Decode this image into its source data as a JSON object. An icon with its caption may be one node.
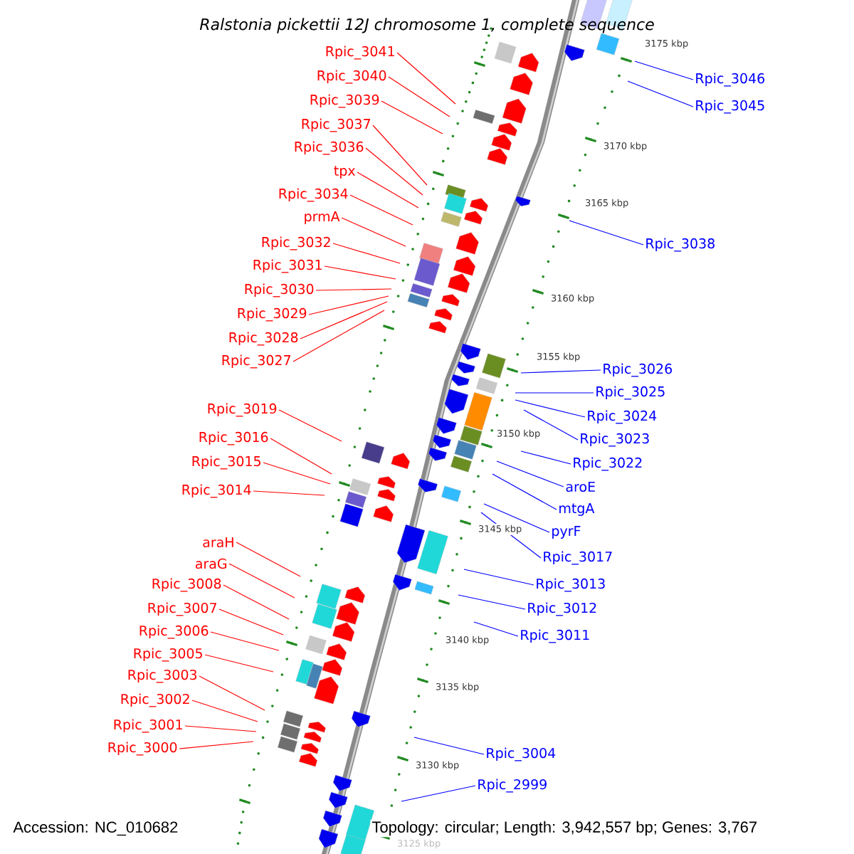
{
  "diagram": {
    "title": "Ralstonia pickettii 12J chromosome 1, complete sequence",
    "nodes": [
      {
        "text": [
          "Rpic_3041"
        ]
      },
      {
        "text": [
          "Rpic_3040"
        ]
      },
      {
        "text": [
          "Rpic_3039"
        ]
      },
      {
        "text": [
          "Rpic_3037"
        ]
      },
      {
        "text": [
          "Rpic_3036"
        ]
      },
      {
        "text": [
          "tpx"
        ]
      },
      {
        "text": [
          "Rpic_3034"
        ]
      },
      {
        "text": [
          "prmA"
        ]
      },
      {
        "text": [
          "Rpic_3032"
        ]
      },
      {
        "text": [
          "Rpic_3031"
        ]
      },
      {
        "text": [
          "Rpic_3030"
        ]
      },
      {
        "text": [
          "Rpic_3029"
        ]
      },
      {
        "text": [
          "Rpic_3028"
        ]
      },
      {
        "text": [
          "Rpic_3027"
        ]
      },
      {
        "text": [
          "Rpic_3019"
        ]
      },
      {
        "text": [
          "Rpic_3016"
        ]
      },
      {
        "text": [
          "Rpic_3015"
        ]
      },
      {
        "text": [
          "Rpic_3014"
        ]
      },
      {
        "text": [
          "araH"
        ]
      },
      {
        "text": [
          "araG"
        ]
      },
      {
        "text": [
          "Rpic_3008"
        ]
      },
      {
        "text": [
          "Rpic_3007"
        ]
      },
      {
        "text": [
          "Rpic_3006"
        ]
      },
      {
        "text": [
          "Rpic_3005"
        ]
      },
      {
        "text": [
          "Rpic_3003"
        ]
      },
      {
        "text": [
          "Rpic_3002"
        ]
      },
      {
        "text": [
          "Rpic_3001"
        ]
      },
      {
        "text": [
          "Rpic_3000"
        ]
      },
      {
        "text": [
          "Rpic_3046"
        ]
      },
      {
        "text": [
          "Rpic_3045"
        ]
      },
      {
        "text": [
          "Rpic_3038"
        ]
      },
      {
        "text": [
          "Rpic_3026"
        ]
      },
      {
        "text": [
          "Rpic_3025"
        ]
      },
      {
        "text": [
          "Rpic_3024"
        ]
      },
      {
        "text": [
          "Rpic_3023"
        ]
      },
      {
        "text": [
          "Rpic_3022"
        ]
      },
      {
        "text": [
          "aroE"
        ]
      },
      {
        "text": [
          "mtgA"
        ]
      },
      {
        "text": [
          "pyrF"
        ]
      },
      {
        "text": [
          "Rpic_3017"
        ]
      },
      {
        "text": [
          "Rpic_3013"
        ]
      },
      {
        "text": [
          "Rpic_3012"
        ]
      },
      {
        "text": [
          "Rpic_3011"
        ]
      },
      {
        "text": [
          "Rpic_3004"
        ]
      },
      {
        "text": [
          "Rpic_2999"
        ]
      }
    ],
    "edges": [
      {
        "from": 0,
        "to": null,
        "arrow": "none"
      },
      {
        "from": 1,
        "to": null,
        "arrow": "none"
      },
      {
        "from": 2,
        "to": null,
        "arrow": "none"
      },
      {
        "from": 3,
        "to": null,
        "arrow": "none"
      },
      {
        "from": 4,
        "to": null,
        "arrow": "none"
      },
      {
        "from": 5,
        "to": null,
        "arrow": "none"
      },
      {
        "from": 6,
        "to": null,
        "arrow": "none"
      },
      {
        "from": 7,
        "to": null,
        "arrow": "none"
      },
      {
        "from": 8,
        "to": null,
        "arrow": "none"
      },
      {
        "from": 9,
        "to": null,
        "arrow": "none"
      },
      {
        "from": 10,
        "to": null,
        "arrow": "none"
      },
      {
        "from": 11,
        "to": null,
        "arrow": "none"
      },
      {
        "from": 12,
        "to": null,
        "arrow": "none"
      },
      {
        "from": 13,
        "to": null,
        "arrow": "none"
      },
      {
        "from": 14,
        "to": null,
        "arrow": "none"
      },
      {
        "from": 15,
        "to": null,
        "arrow": "none"
      },
      {
        "from": 16,
        "to": null,
        "arrow": "none"
      },
      {
        "from": 17,
        "to": null,
        "arrow": "none"
      },
      {
        "from": 18,
        "to": null,
        "arrow": "none"
      },
      {
        "from": 19,
        "to": null,
        "arrow": "none"
      },
      {
        "from": 20,
        "to": null,
        "arrow": "none"
      },
      {
        "from": 21,
        "to": null,
        "arrow": "none"
      },
      {
        "from": 22,
        "to": null,
        "arrow": "none"
      },
      {
        "from": 23,
        "to": null,
        "arrow": "none"
      },
      {
        "from": 24,
        "to": null,
        "arrow": "none"
      },
      {
        "from": 25,
        "to": null,
        "arrow": "none"
      },
      {
        "from": 26,
        "to": null,
        "arrow": "none"
      },
      {
        "from": 27,
        "to": null,
        "arrow": "none"
      },
      {
        "from": 28,
        "to": null,
        "arrow": "none",
        "color": "#0000ff"
      },
      {
        "from": 29,
        "to": null,
        "arrow": "none",
        "color": "#0000ff"
      },
      {
        "from": 30,
        "to": null,
        "arrow": "none",
        "color": "#0000ff"
      },
      {
        "from": 31,
        "to": null,
        "arrow": "none",
        "color": "#0000ff"
      },
      {
        "from": 32,
        "to": null,
        "arrow": "none",
        "color": "#0000ff"
      },
      {
        "from": 33,
        "to": null,
        "arrow": "none",
        "color": "#0000ff"
      },
      {
        "from": 34,
        "to": null,
        "arrow": "none",
        "color": "#0000ff"
      },
      {
        "from": 35,
        "to": null,
        "arrow": "none",
        "color": "#0000ff"
      },
      {
        "from": 36,
        "to": null,
        "arrow": "none",
        "color": "#0000ff"
      },
      {
        "from": 37,
        "to": null,
        "arrow": "none",
        "color": "#0000ff"
      },
      {
        "from": 38,
        "to": null,
        "arrow": "none",
        "color": "#0000ff"
      },
      {
        "from": 39,
        "to": null,
        "arrow": "none",
        "color": "#0000ff"
      },
      {
        "from": 40,
        "to": null,
        "arrow": "none",
        "color": "#0000ff"
      },
      {
        "from": 41,
        "to": null,
        "arrow": "none",
        "color": "#0000ff"
      },
      {
        "from": 42,
        "to": null,
        "arrow": "none",
        "color": "#0000ff"
      },
      {
        "from": 43,
        "to": null,
        "arrow": "none",
        "color": "#0000ff"
      },
      {
        "from": 44,
        "to": null,
        "arrow": "none",
        "color": "#0000ff"
      }
    ],
    "labels": [
      "3175 kbp",
      "3170 kbp",
      "3165 kbp",
      "3160 kbp",
      "3155 kbp",
      "3150 kbp",
      "3145 kbp",
      "3140 kbp",
      "3135 kbp",
      "3130 kbp",
      "3125 kbp",
      "Accession: NC_010682",
      "Topology: circular; Length: 3,942,557 bp; Genes: 3,767"
    ]
  }
}
